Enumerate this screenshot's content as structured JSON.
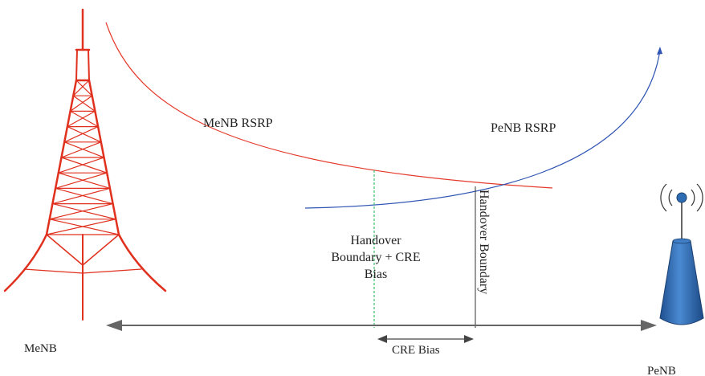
{
  "curves": {
    "menb_rsrp_label": "MeNB RSRP",
    "penb_rsrp_label": "PeNB RSRP",
    "menb_color": "#e53a2b",
    "penb_color": "#2f54b3"
  },
  "boundaries": {
    "cre_line_1": "Handover",
    "cre_line_2": "Boundary + CRE",
    "cre_line_3": "Bias",
    "handover_label": "Handover Boundary",
    "cre_line_color": "#3cc36e"
  },
  "distance": {
    "cre_bias_label": "CRE Bias"
  },
  "stations": {
    "menb_label": "MeNB",
    "penb_label": "PeNB",
    "tower_color": "#e0301e",
    "penb_body_color": "#2e6db4"
  }
}
